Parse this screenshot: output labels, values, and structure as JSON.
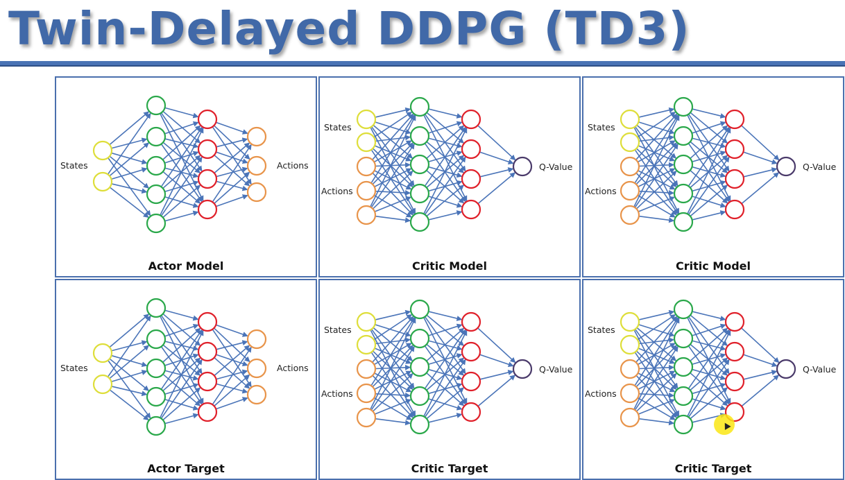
{
  "title": "Twin-Delayed DDPG (TD3)",
  "colors": {
    "title": "#4169a8",
    "border": "#4a6fad",
    "arrow": "#4a74b8",
    "state_node": "#dede3a",
    "action_node": "#e8944a",
    "hidden1_node": "#2aa84a",
    "hidden2_node": "#e0202a",
    "qvalue_node": "#4a3a6a"
  },
  "panels": [
    {
      "kind": "actor",
      "caption": "Actor Model",
      "input_label": "States",
      "output_label": "Actions"
    },
    {
      "kind": "critic",
      "caption": "Critic Model",
      "state_label": "States",
      "action_label": "Actions",
      "output_label": "Q-Value"
    },
    {
      "kind": "critic",
      "caption": "Critic Model",
      "state_label": "States",
      "action_label": "Actions",
      "output_label": "Q-Value"
    },
    {
      "kind": "actor",
      "caption": "Actor Target",
      "input_label": "States",
      "output_label": "Actions"
    },
    {
      "kind": "critic",
      "caption": "Critic Target",
      "state_label": "States",
      "action_label": "Actions",
      "output_label": "Q-Value"
    },
    {
      "kind": "critic",
      "caption": "Critic Target",
      "state_label": "States",
      "action_label": "Actions",
      "output_label": "Q-Value"
    }
  ]
}
